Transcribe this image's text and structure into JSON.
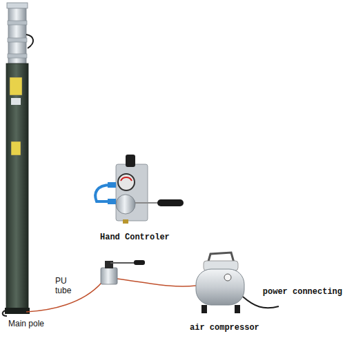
{
  "diagram": {
    "labels": [
      "Hand Controler",
      "PU tube",
      "Main pole",
      "air compressor",
      "power connecting"
    ]
  }
}
